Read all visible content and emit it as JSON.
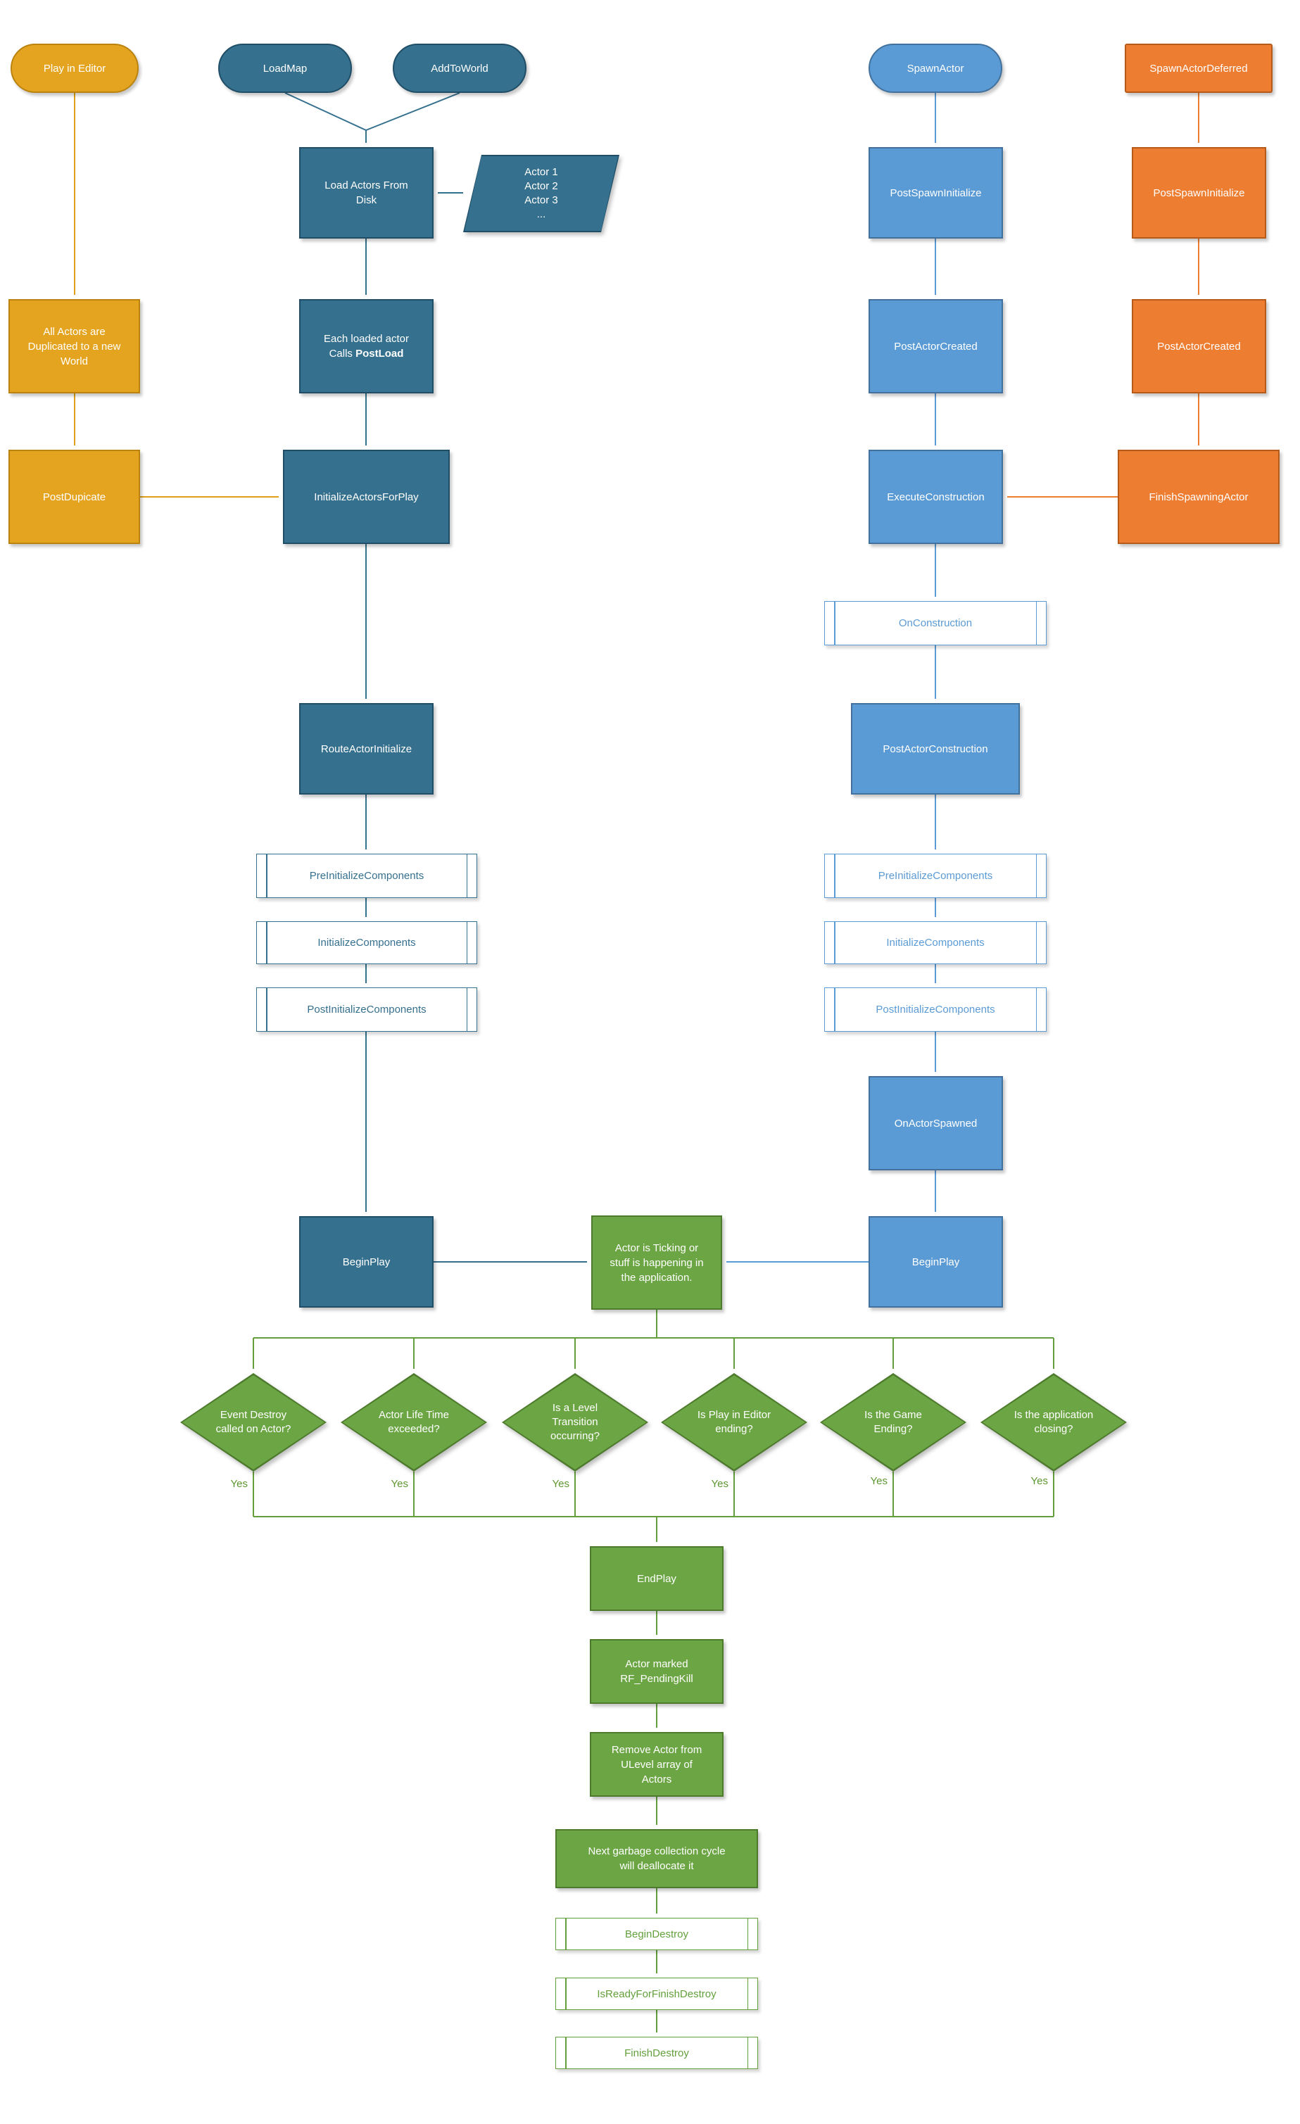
{
  "palette": {
    "yellow": "#E5A41F",
    "dark_blue": "#35708E",
    "medium_blue": "#5B9BD5",
    "orange": "#ED7D31",
    "green": "#6CA644"
  },
  "nodes": {
    "play_in_editor": "Play in Editor",
    "all_actors_duplicated": "All Actors are\nDuplicated to a new\nWorld",
    "post_duplicate": "PostDupicate",
    "load_map": "LoadMap",
    "add_to_world": "AddToWorld",
    "load_actors_from_disk": "Load Actors From\nDisk",
    "actor_list": "Actor 1\nActor 2\nActor 3\n...",
    "each_loaded_line1": "Each loaded actor",
    "each_loaded_calls": "Calls ",
    "each_loaded_postload": "PostLoad",
    "initialize_actors_for_play": "InitializeActorsForPlay",
    "route_actor_initialize": "RouteActorInitialize",
    "pre_initialize_components_left": "PreInitializeComponents",
    "initialize_components_left": "InitializeComponents",
    "post_initialize_components_left": "PostInitializeComponents",
    "begin_play_left": "BeginPlay",
    "spawn_actor": "SpawnActor",
    "post_spawn_initialize_blue": "PostSpawnInitialize",
    "post_actor_created_blue": "PostActorCreated",
    "execute_construction": "ExecuteConstruction",
    "on_construction": "OnConstruction",
    "post_actor_construction": "PostActorConstruction",
    "pre_initialize_components_right": "PreInitializeComponents",
    "initialize_components_right": "InitializeComponents",
    "post_initialize_components_right": "PostInitializeComponents",
    "on_actor_spawned": "OnActorSpawned",
    "begin_play_right": "BeginPlay",
    "spawn_actor_deferred": "SpawnActorDeferred",
    "post_spawn_initialize_orange": "PostSpawnInitialize",
    "post_actor_created_orange": "PostActorCreated",
    "finish_spawning_actor": "FinishSpawningActor",
    "actor_ticking": "Actor is Ticking or\nstuff is happening in\nthe application.",
    "end_play": "EndPlay",
    "actor_marked_pending_kill": "Actor marked\nRF_PendingKill",
    "remove_actor": "Remove Actor from\nULevel array of\nActors",
    "garbage_collection": "Next garbage collection cycle\nwill deallocate it",
    "begin_destroy": "BeginDestroy",
    "is_ready_for_finish_destroy": "IsReadyForFinishDestroy",
    "finish_destroy": "FinishDestroy"
  },
  "decisions": [
    {
      "label": "Event Destroy\ncalled on Actor?",
      "yes": "Yes"
    },
    {
      "label": "Actor Life Time\nexceeded?",
      "yes": "Yes"
    },
    {
      "label": "Is a Level\nTransition\noccurring?",
      "yes": "Yes"
    },
    {
      "label": "Is Play in Editor\nending?",
      "yes": "Yes"
    },
    {
      "label": "Is the Game\nEnding?",
      "yes": "Yes"
    },
    {
      "label": "Is the application\nclosing?",
      "yes": "Yes"
    }
  ]
}
